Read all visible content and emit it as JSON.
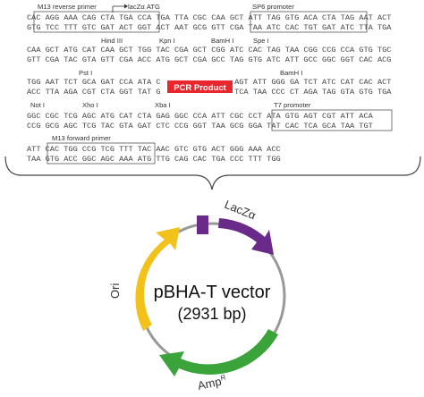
{
  "sequence_block": {
    "rows": [
      {
        "top": "CAC AGG AAA CAG CTA TGA CCA TGA TTA CGC CAA GCT ATT TAG GTG ACA CTA TAG AAT ACT",
        "bottom": "GTG TCC TTT GTC GAT ACT GGT ACT AAT GCG GTT CGA TAA ATC CAC TGT GAT ATC TTA TGA"
      },
      {
        "top": "CAA GCT ATG CAT CAA GCT TGG TAC CGA GCT CGG ATC CAC TAG TAA CGG CCG CCA GTG TGC",
        "bottom": "GTT CGA TAC GTA GTT CGA ACC ATG GCT CGA GCC TAG GTG ATC ATT GCC GGC GGT CAC ACG"
      },
      {
        "top": "TGG AAT TCT GCA GAT CCA ATA C                AGT ATT GGG GA TCT ATC CAT CAC ACT",
        "bottom": "ACC TTA AGA CGT CTA GGT TAT G                TCA TAA CCC CT AGA TAG GTA GTG TGA"
      },
      {
        "top": "GGC CGC TCG AGC ATG CAT CTA GAG GGC CCA ATT CGC CCT ATA GTG AGT CGT ATT ACA",
        "bottom": "CCG GCG AGC TCG TAC GTA GAT CTC CCG GGT TAA GCG GGA TAT CAC TCA GCA TAA TGT"
      },
      {
        "top": "ATT CAC TGG CCG TCG TTT TAC AAC GTC GTG ACT GGG AAA ACC",
        "bottom": "TAA GTG ACC GGC AGC AAA ATG TTG CAG CAC TGA CCC TTT TGG"
      }
    ],
    "labels": {
      "m13_reverse_primer": "M13 reverse primer",
      "lacza_atg": "lacZα ATG",
      "sp6_promoter": "SP6 promoter",
      "hind_iii": "Hind III",
      "kpn_i": "Kpn I",
      "bamh_i_1": "BamH I",
      "spe_i": "Spe I",
      "pst_i": "Pst I",
      "bamh_i_2": "BamH I",
      "pcr_product": "PCR Product",
      "not_i": "Not I",
      "xho_i": "Xho I",
      "xba_i": "Xba I",
      "t7_promoter": "T7 promoter",
      "m13_forward_primer": "M13 forward primer"
    }
  },
  "plasmid": {
    "name": "pBHA-T vector",
    "size": "(2931 bp)",
    "features": {
      "lacza": "LacZα",
      "ori": "Ori",
      "amp": "Amp",
      "amp_superscript": "R"
    }
  },
  "colors": {
    "lacza": "#6a2a8a",
    "ori": "#f2c21b",
    "amp": "#3aa33a",
    "backbone": "#999999",
    "pcr_product": "#e8262b"
  }
}
